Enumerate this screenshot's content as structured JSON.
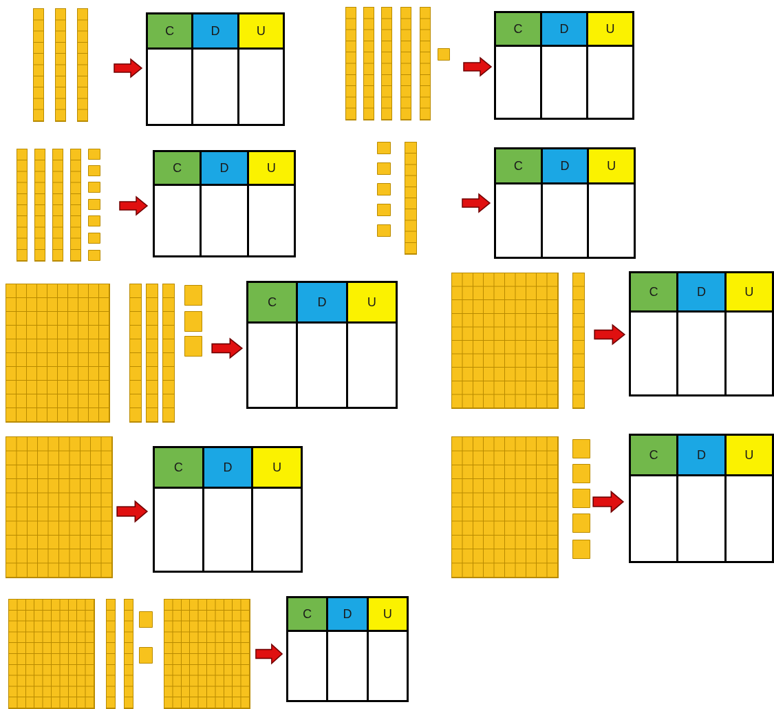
{
  "table_headers": {
    "centenas": "C",
    "decenas": "D",
    "unidades": "U"
  },
  "colors": {
    "block_fill": "#f7c21d",
    "block_grid": "#b88a00",
    "arrow": "#e01010",
    "header_c": "#72b84b",
    "header_d": "#1ba7e4",
    "header_u": "#fbf200"
  },
  "exercises": [
    {
      "name": "exercise-1",
      "hundreds": 0,
      "tens": 3,
      "ones": 0
    },
    {
      "name": "exercise-2",
      "hundreds": 0,
      "tens": 5,
      "ones": 1
    },
    {
      "name": "exercise-3",
      "hundreds": 0,
      "tens": 4,
      "ones": 7
    },
    {
      "name": "exercise-4",
      "hundreds": 0,
      "tens": 1,
      "ones": 5
    },
    {
      "name": "exercise-5",
      "hundreds": 1,
      "tens": 3,
      "ones": 3
    },
    {
      "name": "exercise-6",
      "hundreds": 1,
      "tens": 1,
      "ones": 0
    },
    {
      "name": "exercise-7",
      "hundreds": 1,
      "tens": 0,
      "ones": 0
    },
    {
      "name": "exercise-8",
      "hundreds": 1,
      "tens": 0,
      "ones": 5
    },
    {
      "name": "exercise-9",
      "hundreds": 2,
      "tens": 2,
      "ones": 2
    }
  ]
}
